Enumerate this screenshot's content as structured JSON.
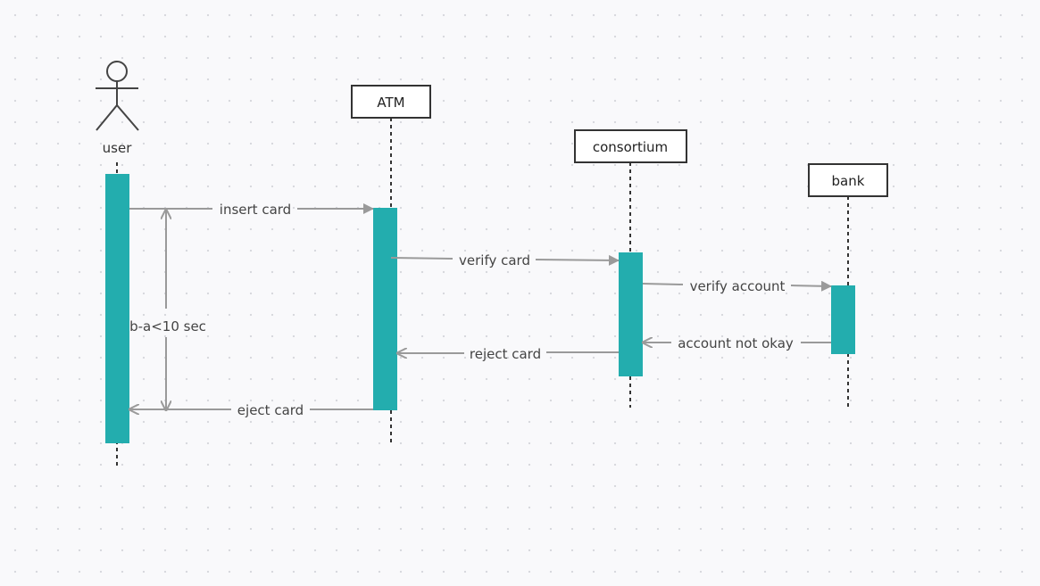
{
  "colors": {
    "activation": "#23adae",
    "arrow": "#9a9a9a",
    "lifeline": "#333333",
    "box_border": "#333333",
    "box_fill": "#ffffff"
  },
  "actor": {
    "label": "user",
    "icon": "stick-figure-icon"
  },
  "participants": [
    {
      "id": "atm",
      "label": "ATM"
    },
    {
      "id": "consortium",
      "label": "consortium"
    },
    {
      "id": "bank",
      "label": "bank"
    }
  ],
  "messages": [
    {
      "id": "insert-card",
      "label": "insert card",
      "from": "user",
      "to": "ATM"
    },
    {
      "id": "verify-card",
      "label": "verify card",
      "from": "ATM",
      "to": "consortium"
    },
    {
      "id": "verify-account",
      "label": "verify account",
      "from": "consortium",
      "to": "bank"
    },
    {
      "id": "account-not-okay",
      "label": "account not okay",
      "from": "bank",
      "to": "consortium"
    },
    {
      "id": "reject-card",
      "label": "reject card",
      "from": "consortium",
      "to": "ATM"
    },
    {
      "id": "eject-card",
      "label": "eject card",
      "from": "ATM",
      "to": "user"
    }
  ],
  "constraint": {
    "label": "b-a<10 sec"
  }
}
